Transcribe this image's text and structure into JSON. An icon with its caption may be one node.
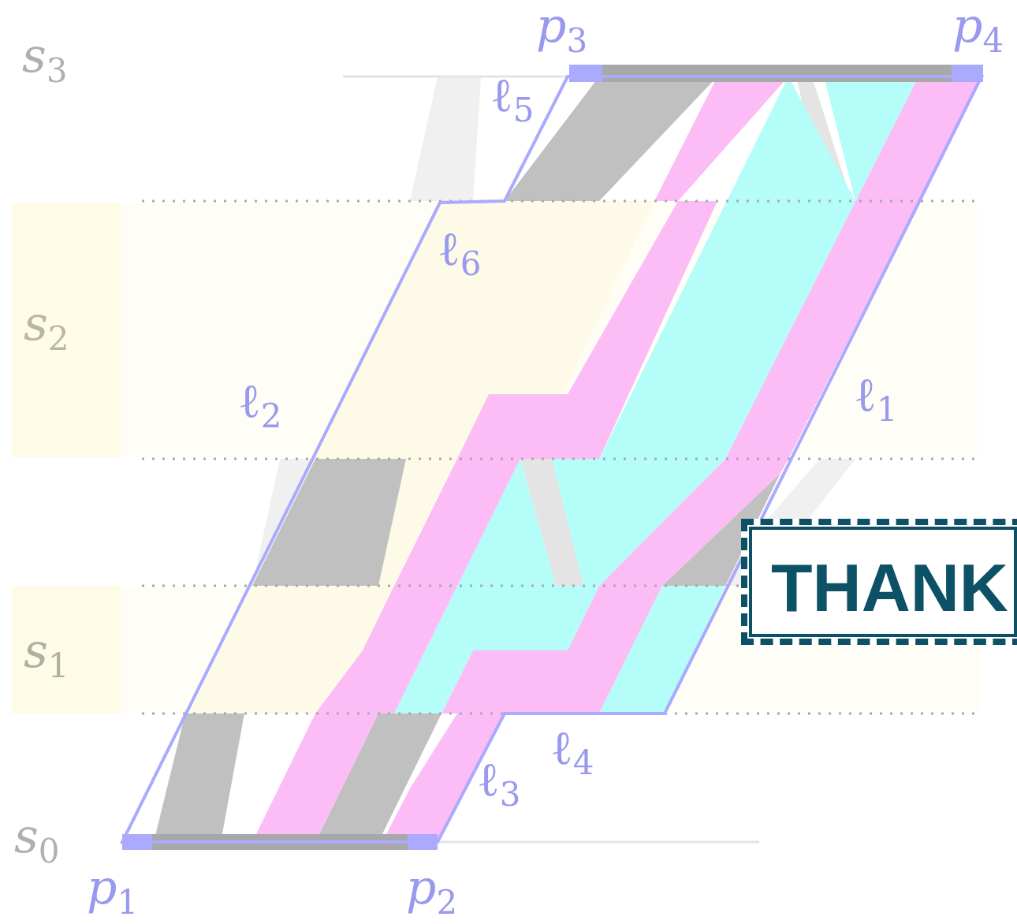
{
  "diagram": {
    "labels": [
      "*s*$_{3}$",
      "*p*$_{3}$",
      "*p*$_{4}$",
      "ℓ$_{5}$",
      "ℓ$_{6}$",
      "*s*$_{2}$",
      "ℓ$_{2}$",
      "ℓ$_{1}$",
      "THANK",
      "*s*$_{1}$",
      "ℓ$_{4}$",
      "ℓ$_{3}$",
      "*s*$_{0}$",
      "*p*$_{1}$",
      "*p*$_{2}$"
    ]
  }
}
